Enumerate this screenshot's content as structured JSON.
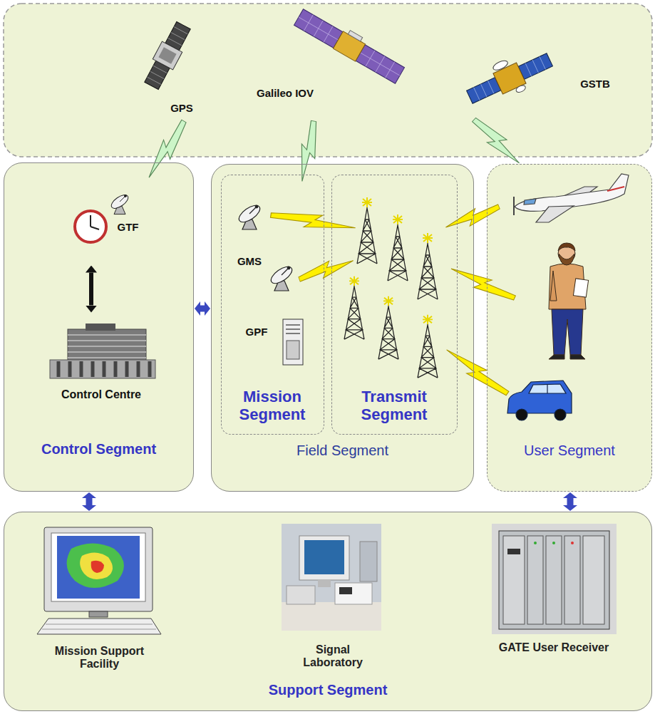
{
  "diagram": {
    "nodes": [
      {
        "text": [
          "Control Segment"
        ]
      },
      {
        "text": [
          "GTF"
        ],
        "in": 0
      },
      {
        "text": [
          "Control Centre"
        ],
        "in": 0
      },
      {
        "text": [
          "Field Segment"
        ]
      },
      {
        "text": [
          "Mission Segment"
        ],
        "in": 3
      },
      {
        "text": [
          "Transmit Segment"
        ],
        "in": 3
      },
      {
        "text": [
          "User Segment"
        ]
      },
      {
        "text": [
          "Support Segment"
        ]
      },
      {
        "text": [
          "Mission Support Facility"
        ],
        "in": 7
      },
      {
        "text": [
          "Signal Laboratory"
        ],
        "in": 7
      },
      {
        "text": [
          "GATE User Receiver"
        ],
        "in": 7
      }
    ],
    "edges": [
      {
        "from": 1,
        "to": 2,
        "arrow": "both"
      },
      {
        "from": 0,
        "to": 3,
        "arrow": "both"
      },
      {
        "from": 0,
        "to": 7,
        "arrow": "both"
      },
      {
        "from": 6,
        "to": 7,
        "arrow": "both"
      }
    ],
    "labels": [
      "GPS",
      "Galileo IOV",
      "GSTB",
      "GMS",
      "GPF"
    ]
  }
}
